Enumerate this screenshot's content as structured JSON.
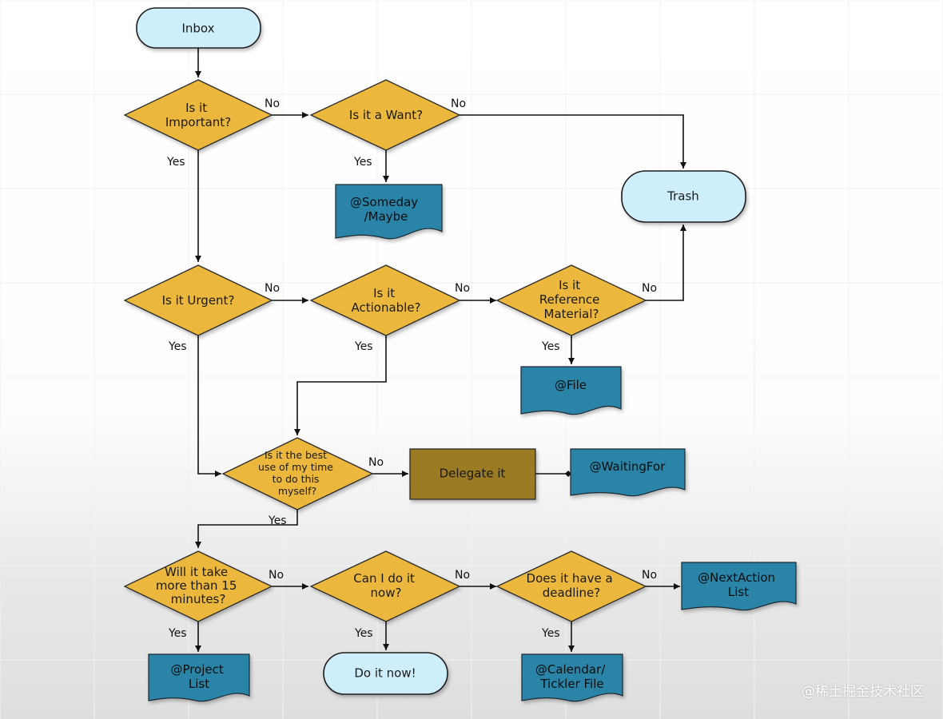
{
  "nodes": {
    "inbox": "Inbox",
    "important": [
      "Is it",
      "Important?"
    ],
    "want": "Is it a Want?",
    "someday": [
      "@Someday",
      "/Maybe"
    ],
    "trash": "Trash",
    "urgent": "Is it Urgent?",
    "actionable": [
      "Is it",
      "Actionable?"
    ],
    "reference": [
      "Is it",
      "Reference",
      "Material?"
    ],
    "file": "@File",
    "best_use": [
      "Is it the best",
      "use of my time",
      "to do this",
      "myself?"
    ],
    "delegate": "Delegate it",
    "waiting": "@WaitingFor",
    "take_15": [
      "Will it take",
      "more than 15",
      "minutes?"
    ],
    "do_now_q": [
      "Can I do it",
      "now?"
    ],
    "deadline": [
      "Does it have a",
      "deadline?"
    ],
    "next_action": [
      "@NextAction",
      "List"
    ],
    "project": [
      "@Project",
      "List"
    ],
    "do_it_now": "Do it now!",
    "calendar": [
      "@Calendar/",
      "Tickler File"
    ]
  },
  "edge_labels": {
    "yes": "Yes",
    "no": "No"
  },
  "watermark": "@稀土掘金技术社区",
  "colors": {
    "terminal": "#cdeefa",
    "decision": "#ecb73c",
    "document": "#2c84a8",
    "process": "#9a7a22"
  }
}
